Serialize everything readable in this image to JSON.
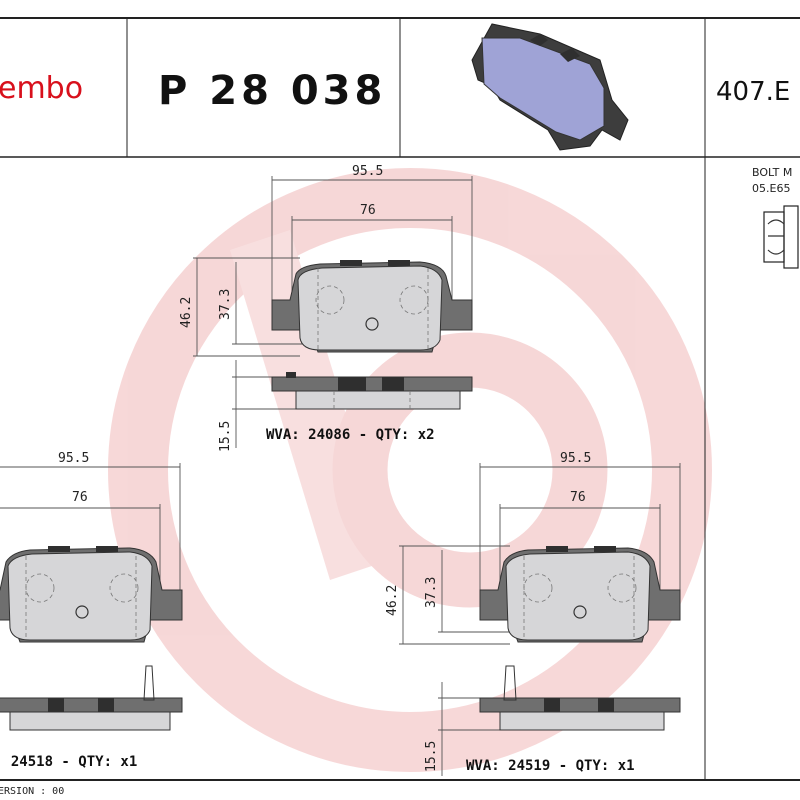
{
  "header": {
    "brand": "embo",
    "part_number": "P 28 038",
    "reference": "407.E",
    "logo": "brembo-logo-icon"
  },
  "colors": {
    "brand_red": "#d8101c",
    "watermark": "#f3c6c6",
    "pad_fill": "#d6d6d8",
    "backing_fill": "#6f6f6f",
    "clip_fill": "#2f2f2f",
    "thumbnail_pad": "#9fa3d6"
  },
  "bolt": {
    "label_line1": "BOLT M",
    "label_line2": "05.E65"
  },
  "top_pad": {
    "width_overall": "95.5",
    "width_inner": "76",
    "height_overall": "46.2",
    "height_inner": "37.3",
    "thickness": "15.5",
    "caption": "WVA: 24086 - QTY: x2"
  },
  "left_pad": {
    "width_overall": "95.5",
    "width_inner": "76",
    "caption": ": 24518 - QTY: x1"
  },
  "right_pad": {
    "width_overall": "95.5",
    "width_inner": "76",
    "height_overall": "46.2",
    "height_inner": "37.3",
    "thickness": "15.5",
    "caption": "WVA: 24519 - QTY: x1"
  },
  "footer": {
    "version": "ERSION : 00"
  }
}
